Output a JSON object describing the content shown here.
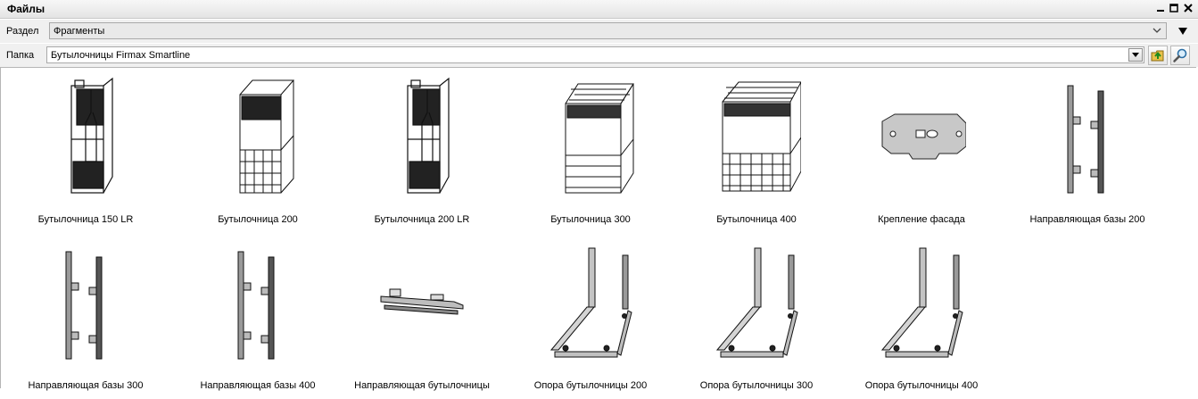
{
  "window": {
    "title": "Файлы",
    "controls": [
      "minimize-icon",
      "maximize-icon",
      "close-icon"
    ]
  },
  "section": {
    "label": "Раздел",
    "value": "Фрагменты"
  },
  "folder": {
    "label": "Папка",
    "value": "Бутылочницы Firmax Smartline"
  },
  "files": [
    {
      "name": "Бутылочница 150 LR",
      "thumb": "basket-bottle-narrow"
    },
    {
      "name": "Бутылочница 200",
      "thumb": "basket-narrow"
    },
    {
      "name": "Бутылочница 200 LR",
      "thumb": "basket-bottle-narrow"
    },
    {
      "name": "Бутылочница 300",
      "thumb": "basket-medium"
    },
    {
      "name": "Бутылочница 400",
      "thumb": "basket-wide"
    },
    {
      "name": "Крепление фасада",
      "thumb": "facade-bracket"
    },
    {
      "name": "Направляющая базы 200",
      "thumb": "rail-pair"
    },
    {
      "name": "Направляющая базы 300",
      "thumb": "rail-pair"
    },
    {
      "name": "Направляющая базы 400",
      "thumb": "rail-pair"
    },
    {
      "name": "Направляющая бутылочницы",
      "thumb": "slide-rail"
    },
    {
      "name": "Опора бутылочницы 200",
      "thumb": "frame-support"
    },
    {
      "name": "Опора бутылочницы 300",
      "thumb": "frame-support"
    },
    {
      "name": "Опора бутылочницы 400",
      "thumb": "frame-support"
    }
  ]
}
